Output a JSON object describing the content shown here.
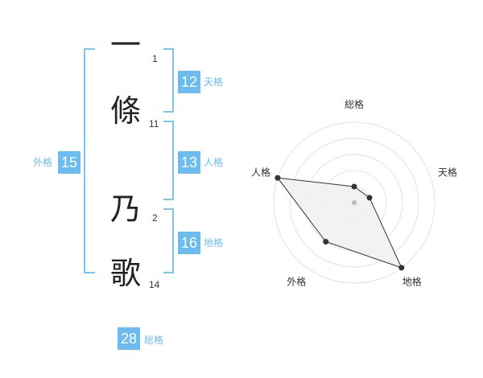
{
  "name": {
    "characters": [
      {
        "char": "一",
        "strokes": "1"
      },
      {
        "char": "條",
        "strokes": "11"
      },
      {
        "char": "乃",
        "strokes": "2"
      },
      {
        "char": "歌",
        "strokes": "14"
      }
    ]
  },
  "fortunes": {
    "tenkaku": {
      "value": "12",
      "label": "天格"
    },
    "jinkaku": {
      "value": "13",
      "label": "人格"
    },
    "chikaku": {
      "value": "16",
      "label": "地格"
    },
    "gaikaku": {
      "value": "15",
      "label": "外格"
    },
    "soukaku": {
      "value": "28",
      "label": "総格"
    }
  },
  "colors": {
    "accent": "#6cbcf0",
    "bracket": "#7fc4ef",
    "radar_fill": "#f0f0f0",
    "radar_stroke": "#333333",
    "grid": "#e2e2e2"
  },
  "chart_data": {
    "type": "radar",
    "axes": [
      "総格",
      "天格",
      "地格",
      "外格",
      "人格"
    ],
    "values": [
      1,
      1,
      5,
      3,
      5
    ],
    "rmax": 5,
    "rings": 5
  }
}
